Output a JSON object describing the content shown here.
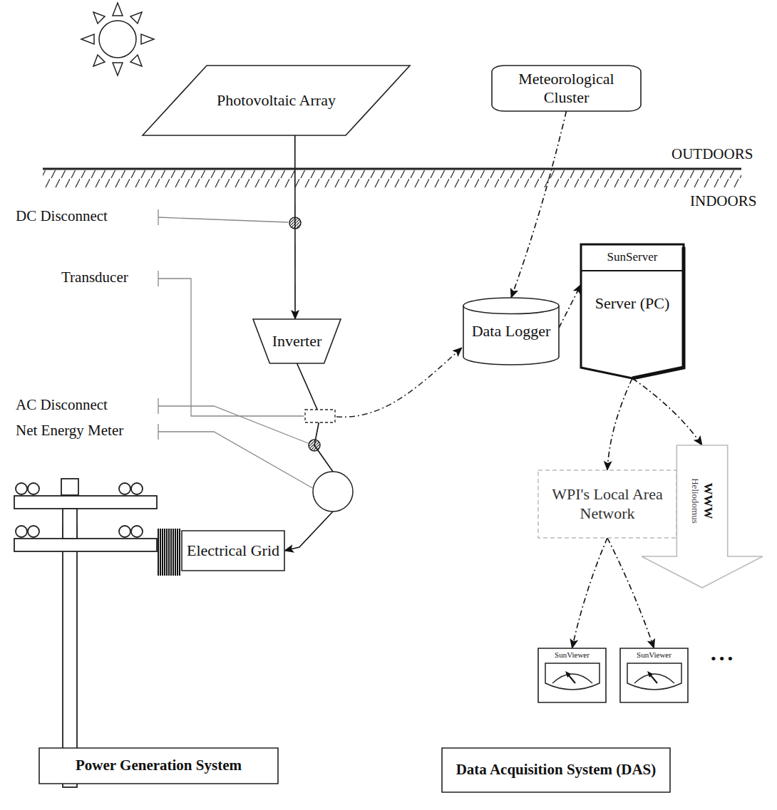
{
  "diagram": {
    "nodes": [
      {
        "text": [
          "Photovoltaic Array"
        ]
      },
      {
        "text": [
          "Meteorological Cluster"
        ]
      },
      {
        "text": [
          "Inverter"
        ]
      },
      {
        "text": [
          "Data Logger"
        ]
      },
      {
        "text": [
          "SunServer",
          "Server (PC)"
        ]
      },
      {
        "text": [
          "Electrical Grid"
        ]
      },
      {
        "text": [
          "WPI's Local Area Network"
        ]
      },
      {
        "text": [
          "WWW",
          "Heliodomus"
        ]
      },
      {
        "text": [
          "SunViewer"
        ]
      },
      {
        "text": [
          "SunViewer"
        ]
      },
      {
        "text": [
          "Power Generation System"
        ]
      },
      {
        "text": [
          "Data Acquisition System (DAS)"
        ]
      }
    ],
    "edges": [
      {
        "from": 0,
        "to": 2,
        "arrow": "to"
      },
      {
        "from": 2,
        "to": 5,
        "arrow": "to"
      },
      {
        "from": 1,
        "to": 3,
        "arrow": "to"
      },
      {
        "from": 3,
        "to": 4,
        "arrow": "to"
      },
      {
        "from": 4,
        "to": 6,
        "arrow": "to"
      },
      {
        "from": 4,
        "to": 7,
        "arrow": "to"
      },
      {
        "from": 6,
        "to": 8,
        "arrow": "to"
      },
      {
        "from": 6,
        "to": 9,
        "arrow": "to"
      }
    ],
    "labels": [
      "OUTDOORS",
      "INDOORS",
      "DC Disconnect",
      "Transducer",
      "AC Disconnect",
      "Net Energy Meter",
      "•••"
    ]
  }
}
